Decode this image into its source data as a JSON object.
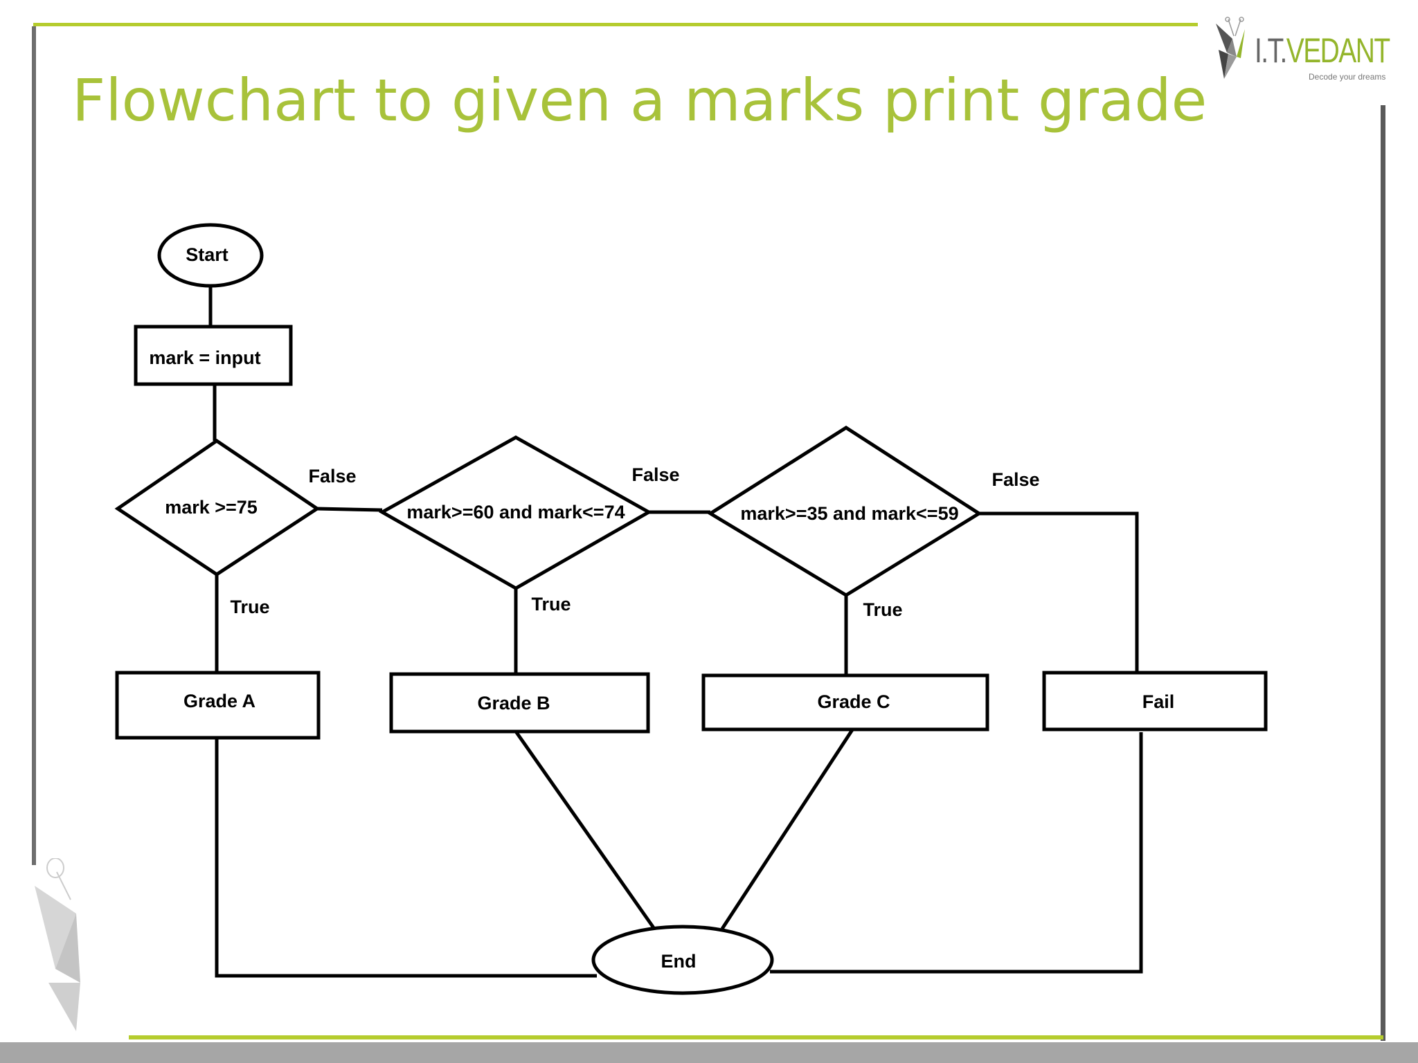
{
  "slide": {
    "title": "Flowchart to given a marks print grade"
  },
  "logo": {
    "name_prefix": "I.T.",
    "name_main": "VEDANT",
    "tagline": "Decode your dreams"
  },
  "flowchart": {
    "start": "Start",
    "input": "mark = input",
    "decision_1": "mark >=75",
    "decision_2": "mark>=60 and mark<=74",
    "decision_3": "mark>=35 and mark<=59",
    "grade_a": "Grade A",
    "grade_b": "Grade B",
    "grade_c": "Grade C",
    "fail": "Fail",
    "end": "End",
    "false_label": "False",
    "true_label": "True"
  },
  "colors": {
    "accent_green": "#a8c23a",
    "frame_gray": "#6e6e6e",
    "footer_gray": "#a6a6a6"
  }
}
